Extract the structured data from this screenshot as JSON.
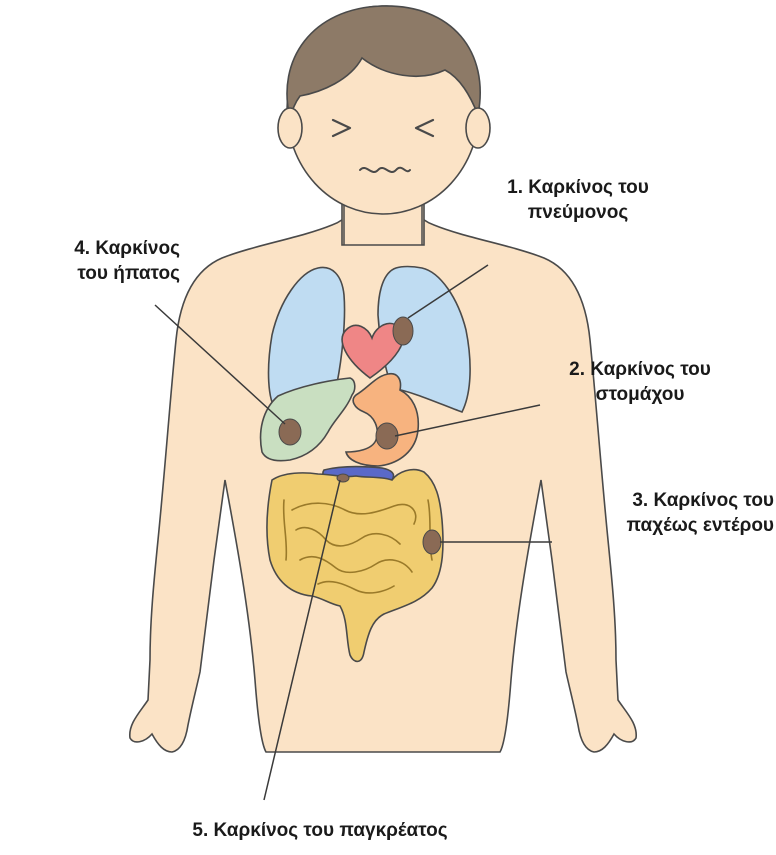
{
  "labels": {
    "lung": {
      "line1": "1. Καρκίνος του",
      "line2": "πνεύμονος"
    },
    "stomach": {
      "line1": "2. Καρκίνος του",
      "line2": "στομάχου"
    },
    "colon": {
      "line1": "3. Καρκίνος του",
      "line2": "παχέως εντέρου"
    },
    "liver": {
      "line1": "4. Καρκίνος",
      "line2": "του ήπατος"
    },
    "pancreas": {
      "line1": "5. Καρκίνος του παγκρέατος"
    }
  },
  "colors": {
    "skin": "#fbe3c6",
    "outline": "#4a4a4a",
    "hair": "#8d7a67",
    "lung": "#bfdcf2",
    "heart": "#ef8686",
    "liver": "#c9dfc1",
    "stomach": "#f7b37f",
    "pancreas": "#5a69c8",
    "intestine": "#f0cd70",
    "tumor": "#8a6a55"
  }
}
